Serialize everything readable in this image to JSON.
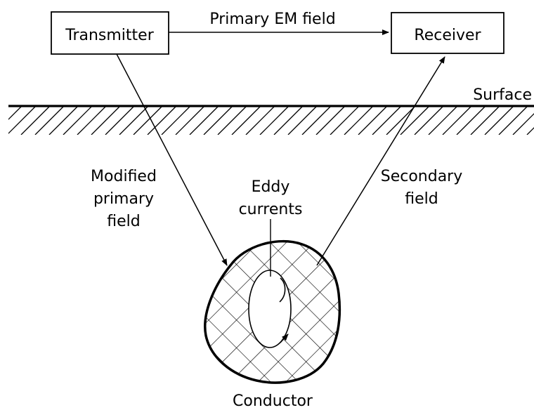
{
  "boxes": {
    "transmitter": "Transmitter",
    "receiver": "Receiver"
  },
  "labels": {
    "primary_field": "Primary EM field",
    "surface": "Surface",
    "modified_primary": [
      "Modified",
      "primary",
      "field"
    ],
    "eddy_currents": [
      "Eddy",
      "currents"
    ],
    "secondary_field": [
      "Secondary",
      "field"
    ],
    "conductor": "Conductor"
  }
}
